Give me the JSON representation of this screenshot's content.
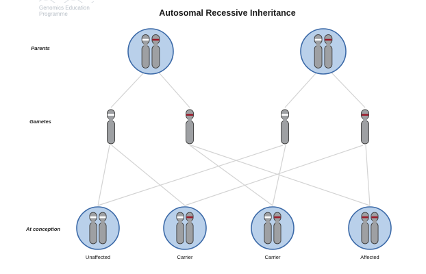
{
  "logo": {
    "line1": "Genomics Education",
    "line2": "Programme"
  },
  "title": "Autosomal Recessive Inheritance",
  "row_labels": {
    "parents": "Parents",
    "gametes": "Gametes",
    "conception": "At conception"
  },
  "children": [
    {
      "label": "Unaffected",
      "alleles": [
        "normal",
        "normal"
      ]
    },
    {
      "label": "Carrier",
      "alleles": [
        "normal",
        "mutant"
      ]
    },
    {
      "label": "Carrier",
      "alleles": [
        "normal",
        "mutant"
      ]
    },
    {
      "label": "Affected",
      "alleles": [
        "mutant",
        "mutant"
      ]
    }
  ],
  "colors": {
    "circle_fill": "#b9d0ea",
    "circle_stroke": "#3c6aa8",
    "chromosome": "#9ea0a3",
    "chromosome_stroke": "#3b3b3b",
    "mutant_band": "#9b1b2a",
    "normal_band": "#ffffff",
    "line": "#d3d3d3"
  }
}
